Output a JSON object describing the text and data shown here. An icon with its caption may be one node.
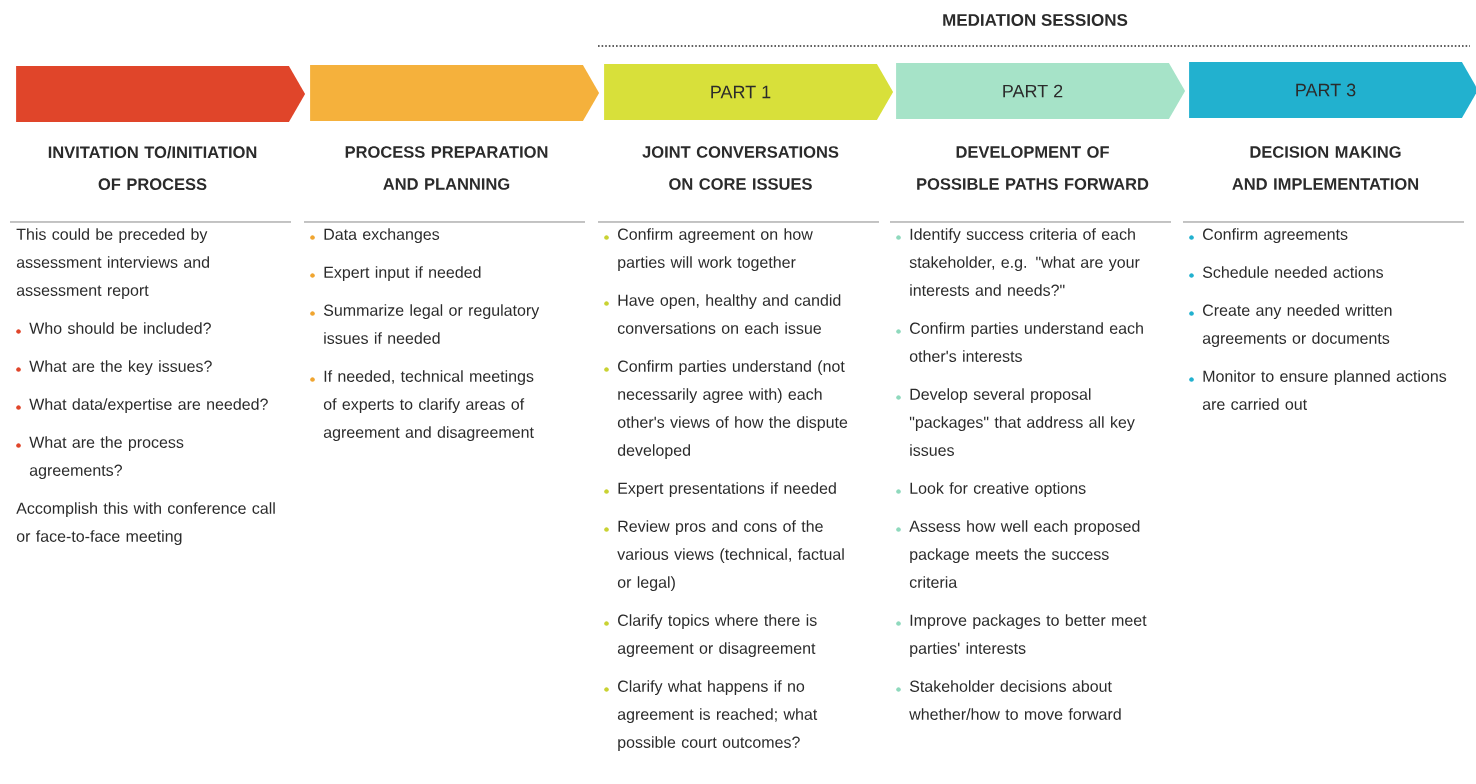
{
  "diagram": {
    "nodes": [
      {
        "text": [],
        "shape": "chevron",
        "beside": [
          "INVITATION TO/INITIATION OF PROCESS",
          "This could be preceded by assessment interviews and assessment report",
          "Who should be included?",
          "What are the key issues?",
          "What data/expertise are needed?",
          "What are the process agreements?",
          "Accomplish this with conference call or face-to-face meeting"
        ]
      },
      {
        "text": [],
        "shape": "chevron",
        "beside": [
          "PROCESS PREPARATION AND PLANNING",
          "Data exchanges",
          "Expert input if needed",
          "Summarize legal or regulatory issues if needed",
          "If needed, technical meetings of experts to clarify areas of agreement and disagreement"
        ]
      },
      {
        "text": [
          "PART 1"
        ],
        "beside": [
          "JOINT CONVERSATIONS ON CORE ISSUES",
          "Confirm agreement on how parties will work together",
          "Have open, healthy and candid conversations on each issue",
          "Confirm parties understand (not necessarily agree with) each other's views of how the dispute developed",
          "Expert presentations if needed",
          "Review pros and cons of the various views (technical, factual or legal)",
          "Clarify topics where there is agreement or disagreement",
          "Clarify what happens if no agreement is reached; what possible court outcomes?"
        ]
      },
      {
        "text": [
          "PART 2"
        ],
        "beside": [
          "DEVELOPMENT OF POSSIBLE PATHS FORWARD",
          "Identify success criteria of each stakeholder, e.g. \"what are your interests and needs?\"",
          "Confirm parties understand each other's interests",
          "Develop several proposal \"packages\" that address all key issues",
          "Look for creative options",
          "Assess how well each proposed package meets the success criteria",
          "Improve packages to better meet parties' interests",
          "Stakeholder decisions about whether/how to move forward"
        ]
      },
      {
        "text": [
          "PART 3"
        ],
        "beside": [
          "DECISION MAKING AND IMPLEMENTATION",
          "Confirm agreements",
          "Schedule needed actions",
          "Create any needed written agreements or documents",
          "Monitor to ensure planned actions are carried out"
        ]
      }
    ],
    "labels": [
      "MEDIATION SESSIONS"
    ]
  }
}
